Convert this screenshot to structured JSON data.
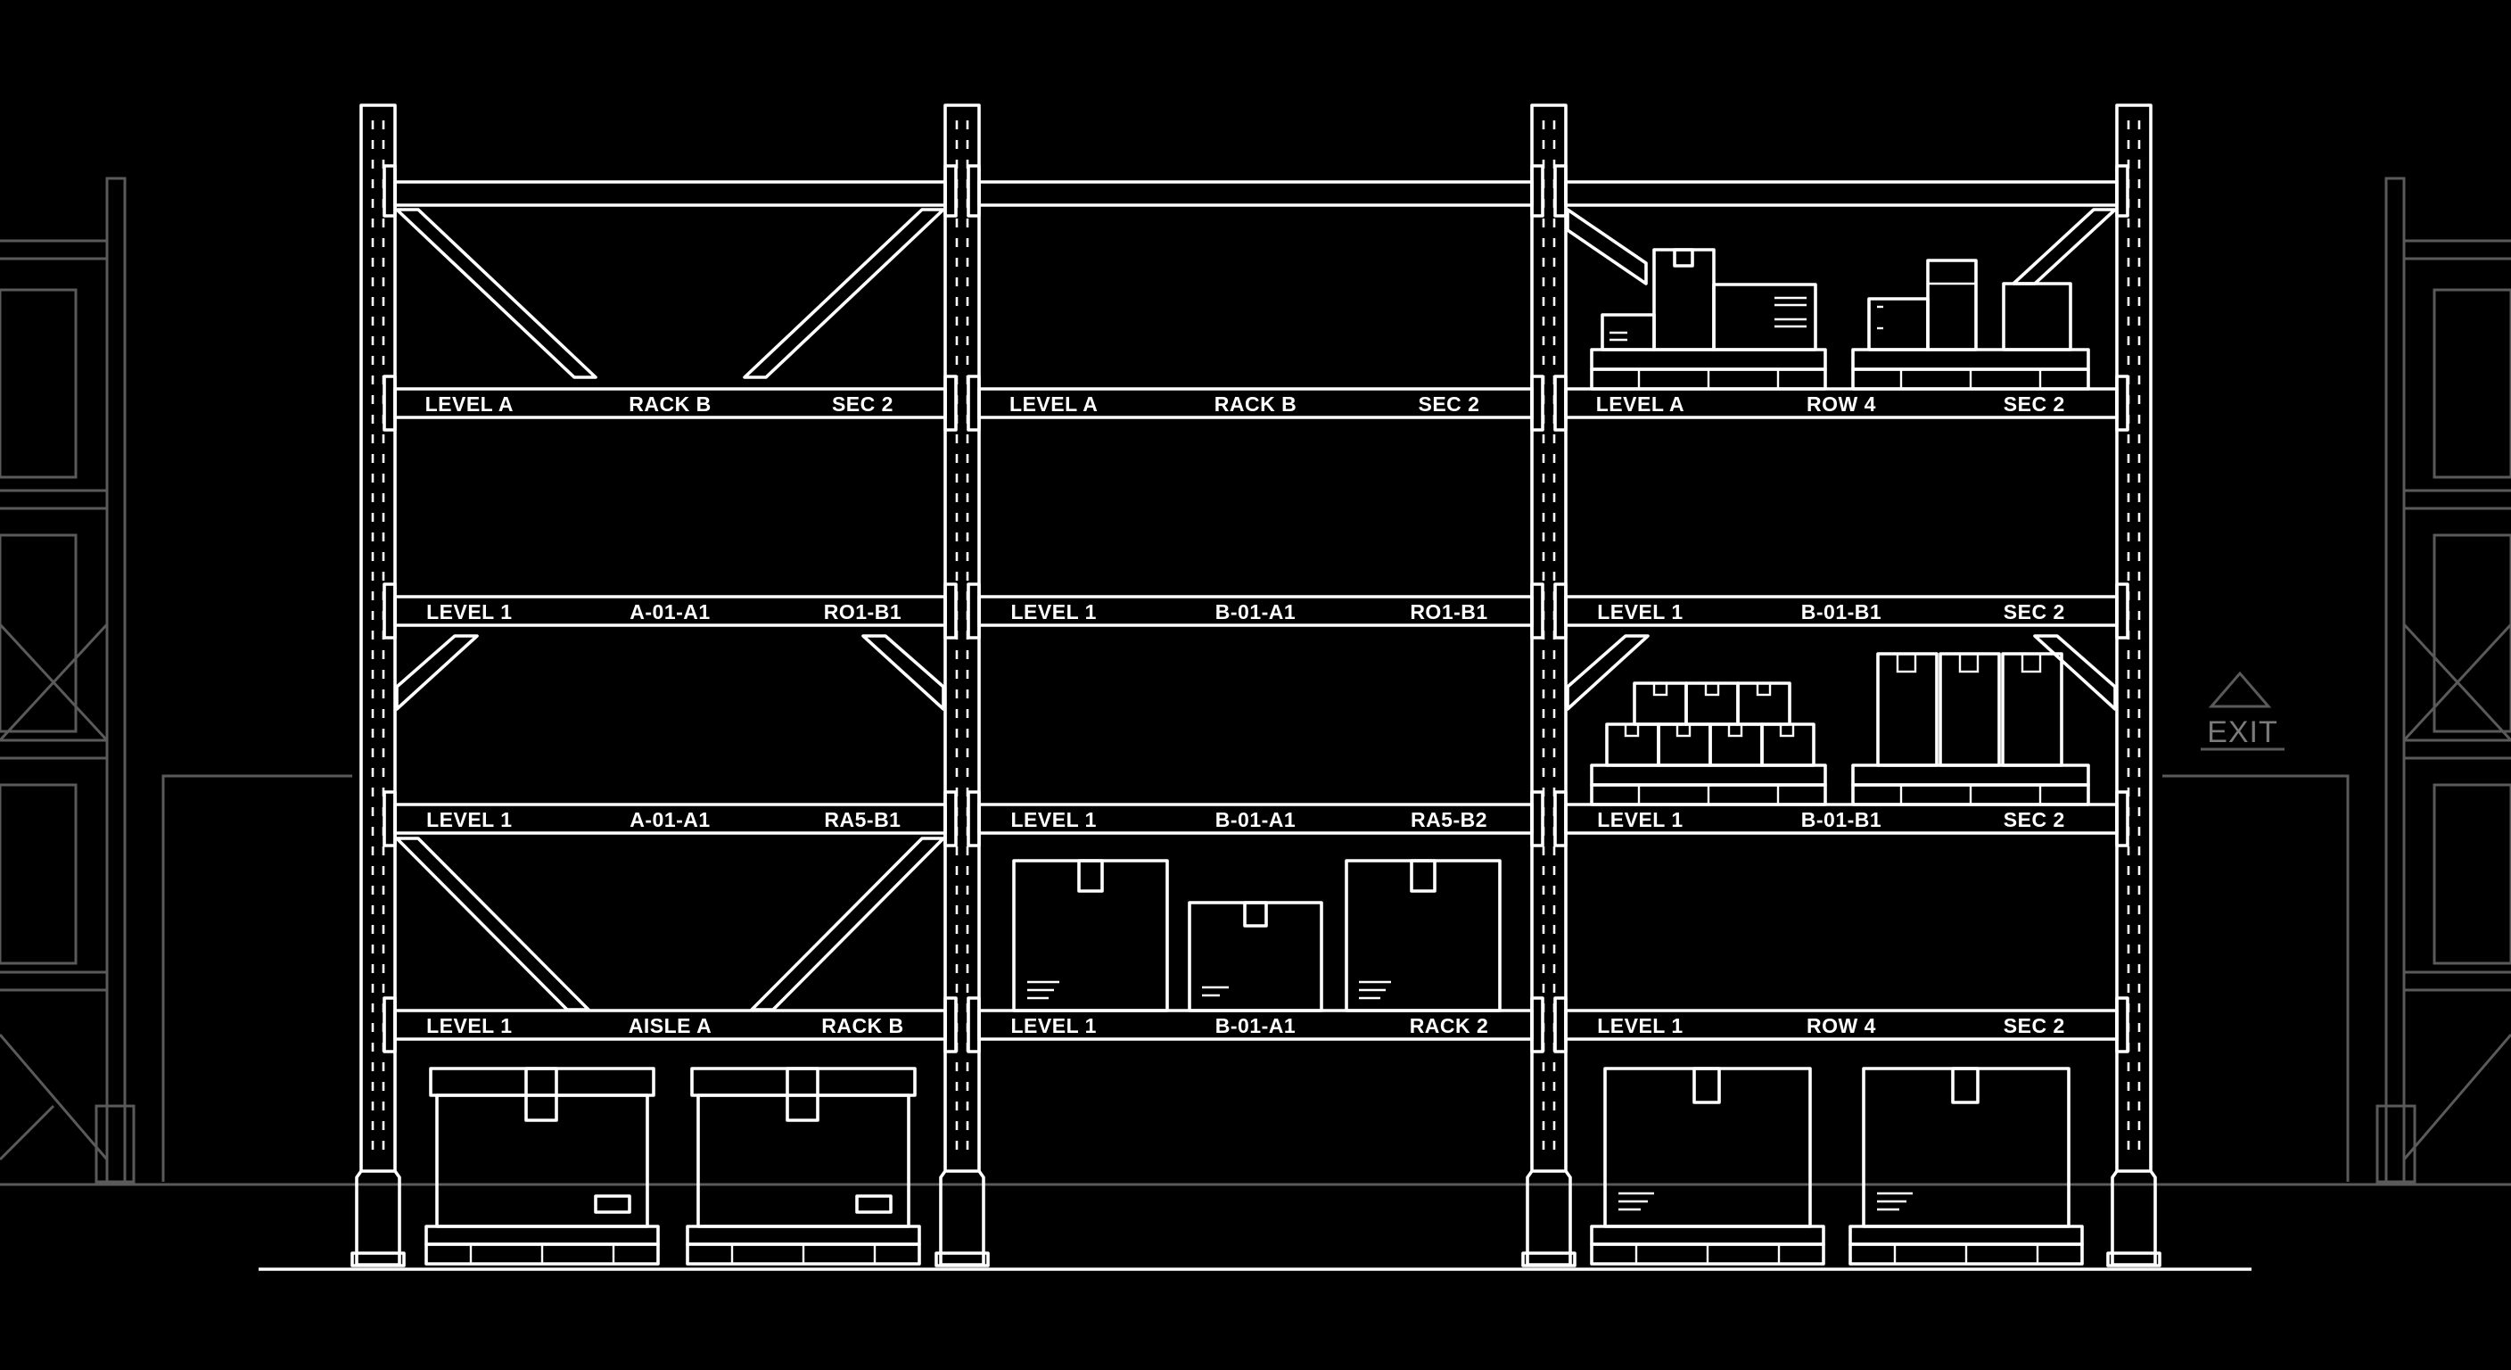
{
  "exit_sign": "EXIT",
  "colors": {
    "background": "#000000",
    "lines": "#ffffff",
    "background_structure": "#5a5a5a"
  },
  "bays": [
    {
      "beams": [
        [
          "LEVEL A",
          "RACK B",
          "SEC 2"
        ],
        [
          "LEVEL 1",
          "A-01-A1",
          "RO1-B1"
        ],
        [
          "LEVEL 1",
          "A-01-A1",
          "RA5-B1"
        ],
        [
          "LEVEL 1",
          "AISLE A",
          "RACK B"
        ]
      ]
    },
    {
      "beams": [
        [
          "LEVEL A",
          "RACK B",
          "SEC 2"
        ],
        [
          "LEVEL 1",
          "B-01-A1",
          "RO1-B1"
        ],
        [
          "LEVEL 1",
          "B-01-A1",
          "RA5-B2"
        ],
        [
          "LEVEL 1",
          "B-01-A1",
          "RACK 2"
        ]
      ]
    },
    {
      "beams": [
        [
          "LEVEL A",
          "ROW 4",
          "SEC 2"
        ],
        [
          "LEVEL 1",
          "B-01-B1",
          "SEC 2"
        ],
        [
          "LEVEL 1",
          "B-01-B1",
          "SEC 2"
        ],
        [
          "LEVEL 1",
          "ROW 4",
          "SEC 2"
        ]
      ]
    }
  ]
}
